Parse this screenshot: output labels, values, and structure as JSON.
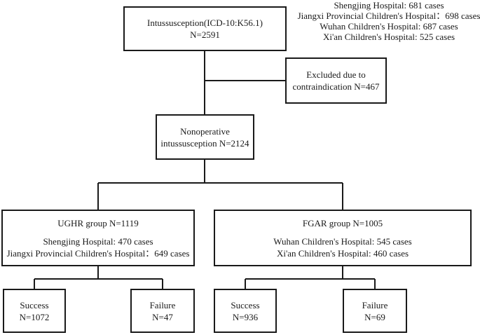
{
  "top_box": {
    "line1": "Intussusception(ICD-10:K56.1)",
    "line2": "N=2591"
  },
  "hospitals_note": [
    "Shengjing Hospital: 681 cases",
    "Jiangxi Provincial Children's Hospital：698 cases",
    "Wuhan Children's Hospital: 687 cases",
    "Xi'an Children's Hospital: 525 cases"
  ],
  "excluded_box": {
    "line1": "Excluded due to",
    "line2": "contraindication N=467"
  },
  "nonoperative_box": {
    "line1": "Nonoperative",
    "line2": "intussusception N=2124"
  },
  "ughr_box": {
    "title": "UGHR group N=1119",
    "line1": "Shengjing Hospital: 470 cases",
    "line2": "Jiangxi Provincial Children's Hospital：649 cases"
  },
  "fgar_box": {
    "title": "FGAR group N=1005",
    "line1": "Wuhan Children's Hospital: 545 cases",
    "line2": "Xi'an Children's Hospital: 460 cases"
  },
  "ughr_success": {
    "label": "Success",
    "n": "N=1072"
  },
  "ughr_failure": {
    "label": "Failure",
    "n": "N=47"
  },
  "fgar_success": {
    "label": "Success",
    "n": "N=936"
  },
  "fgar_failure": {
    "label": "Failure",
    "n": "N=69"
  }
}
